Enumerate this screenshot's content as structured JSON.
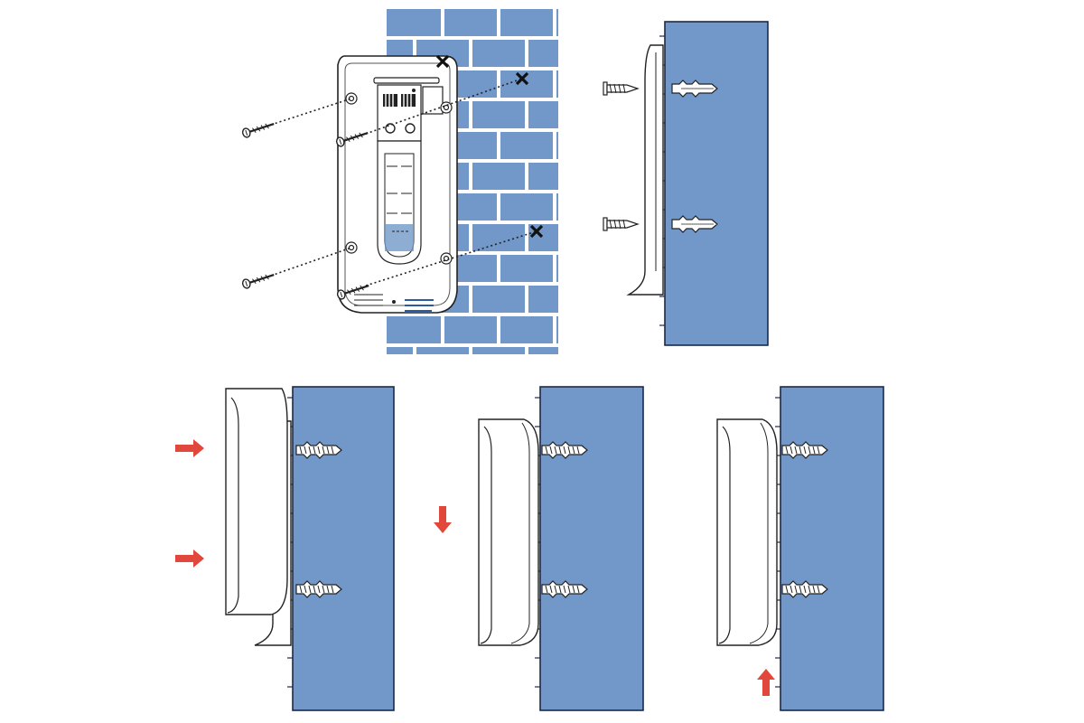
{
  "colors": {
    "wall": "#7198c8",
    "wall_stroke": "#1b2a4a",
    "mortar": "#ffffff",
    "line": "#222222",
    "device": "#ffffff",
    "arrow": "#e2473b"
  },
  "steps": [
    {
      "id": "step-1",
      "description_icon": "bracket-on-brick-wall-with-screws"
    },
    {
      "id": "step-2",
      "description_icon": "bracket-side-view-screws-anchors"
    },
    {
      "id": "step-3",
      "description_icon": "doorbell-pushed-onto-bracket",
      "arrow_direction": "right"
    },
    {
      "id": "step-4",
      "description_icon": "doorbell-slid-down",
      "arrow_direction": "down"
    },
    {
      "id": "step-5",
      "description_icon": "doorbell-locked-up",
      "arrow_direction": "up"
    }
  ]
}
